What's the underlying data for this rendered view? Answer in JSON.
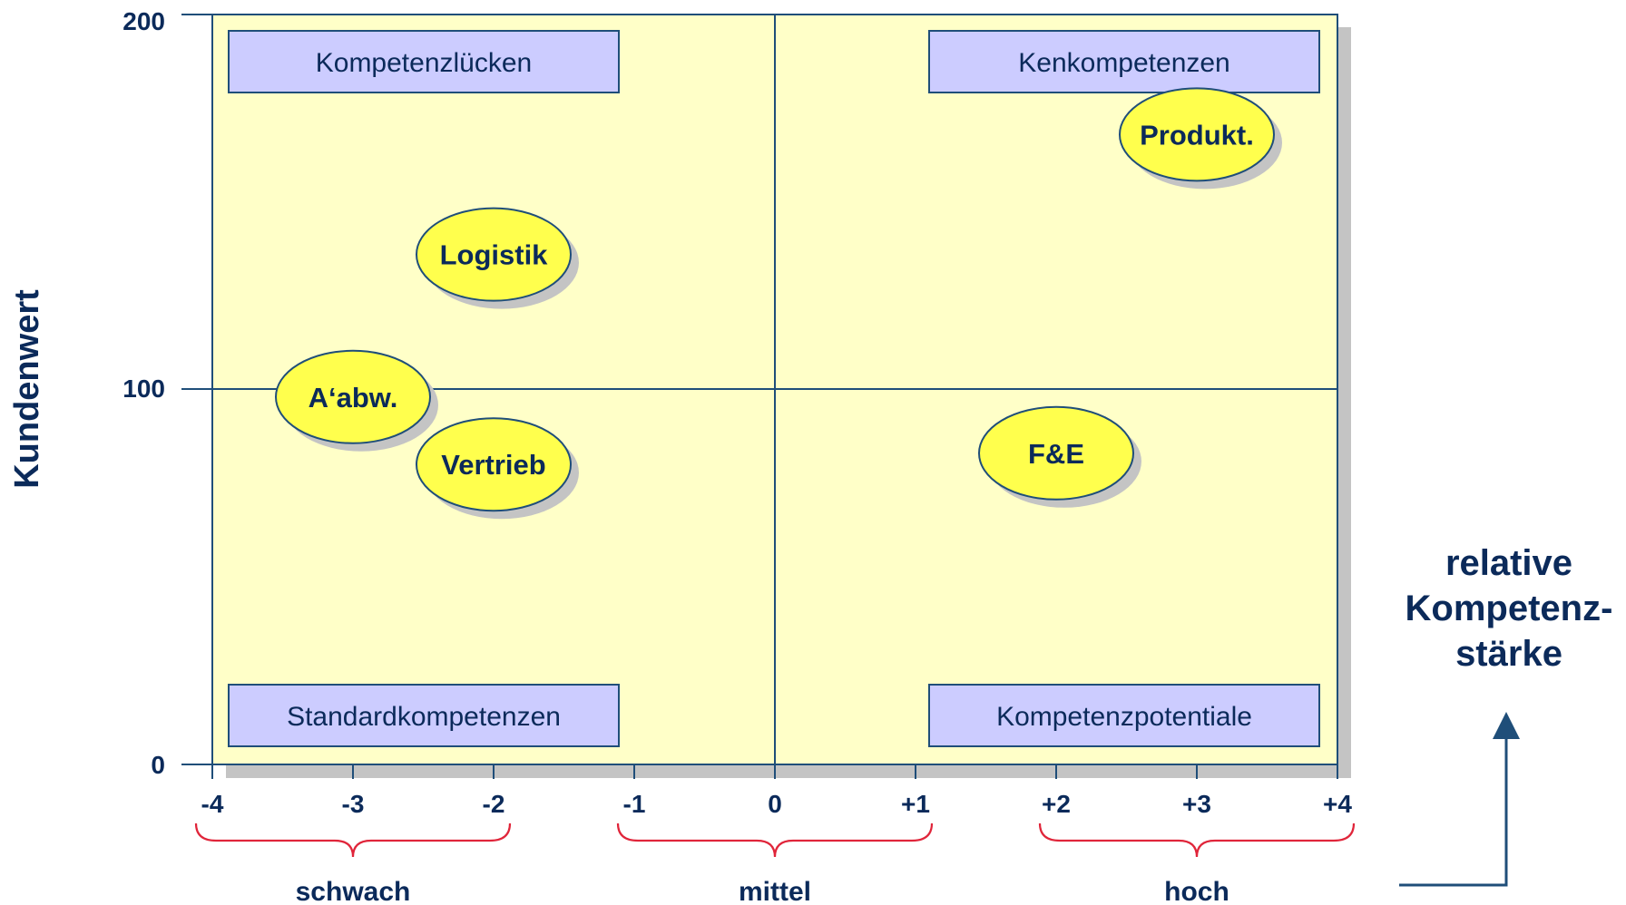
{
  "chart_data": {
    "type": "scatter",
    "ylabel": "Kundenwert",
    "xlabel_lines": [
      "relative",
      "Kompetenz-",
      "stärke"
    ],
    "xlim": [
      -4,
      4
    ],
    "ylim": [
      0,
      200
    ],
    "x_ticks": [
      "-4",
      "-3",
      "-2",
      "-1",
      "0",
      "+1",
      "+2",
      "+3",
      "+4"
    ],
    "y_ticks": [
      "0",
      "100",
      "200"
    ],
    "grid": false,
    "quadrants": [
      {
        "label": "Kompetenzlücken",
        "position": "top-left"
      },
      {
        "label": "Kenkompetenzen",
        "position": "top-right"
      },
      {
        "label": "Standardkompetenzen",
        "position": "bottom-left"
      },
      {
        "label": "Kompetenzpotentiale",
        "position": "bottom-right"
      }
    ],
    "points": [
      {
        "label": "Produkt.",
        "x": 3,
        "y": 168
      },
      {
        "label": "Logistik",
        "x": -2,
        "y": 136
      },
      {
        "label": "A‘abw.",
        "x": -3,
        "y": 98
      },
      {
        "label": "Vertrieb",
        "x": -2,
        "y": 80
      },
      {
        "label": "F&E",
        "x": 2,
        "y": 83
      }
    ],
    "groups": [
      {
        "label": "schwach",
        "from": -4,
        "to": -2
      },
      {
        "label": "mittel",
        "from": -1,
        "to": 1
      },
      {
        "label": "hoch",
        "from": 2,
        "to": 4
      }
    ]
  },
  "colors": {
    "plot_fill": "#ffffc8",
    "axis": "#1f4e79",
    "quad_box": "#ccccff",
    "bubble": "#ffff4d",
    "text": "#0b2a5a",
    "brace": "#e0253a",
    "shadow": "#c4c4c4"
  }
}
